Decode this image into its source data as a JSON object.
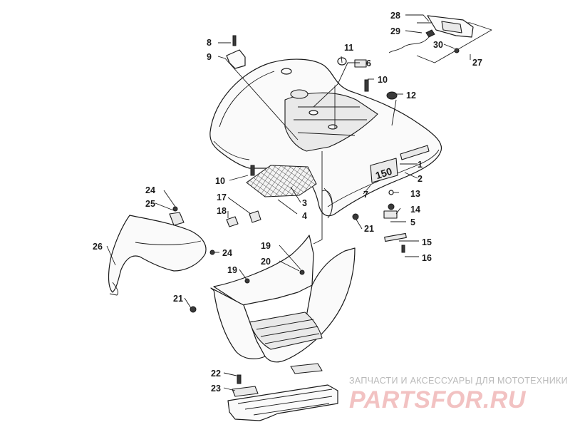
{
  "callouts": {
    "c1": "1",
    "c2": "2",
    "c3": "3",
    "c4": "4",
    "c5": "5",
    "c6": "6",
    "c7": "7",
    "c8": "8",
    "c9": "9",
    "c10a": "10",
    "c10b": "10",
    "c11": "11",
    "c12": "12",
    "c13": "13",
    "c14": "14",
    "c15": "15",
    "c16": "16",
    "c17": "17",
    "c18": "18",
    "c19a": "19",
    "c19b": "19",
    "c20": "20",
    "c21a": "21",
    "c21b": "21",
    "c22": "22",
    "c23": "23",
    "c24a": "24",
    "c24b": "24",
    "c25": "25",
    "c26": "26",
    "c27": "27",
    "c28": "28",
    "c29": "29",
    "c30": "30"
  },
  "fender_badge": "150",
  "watermark": {
    "tagline": "ЗАПЧАСТИ И АКСЕССУАРЫ ДЛЯ МОТОТЕХНИКИ",
    "logo": "PARTSFOR.RU"
  }
}
